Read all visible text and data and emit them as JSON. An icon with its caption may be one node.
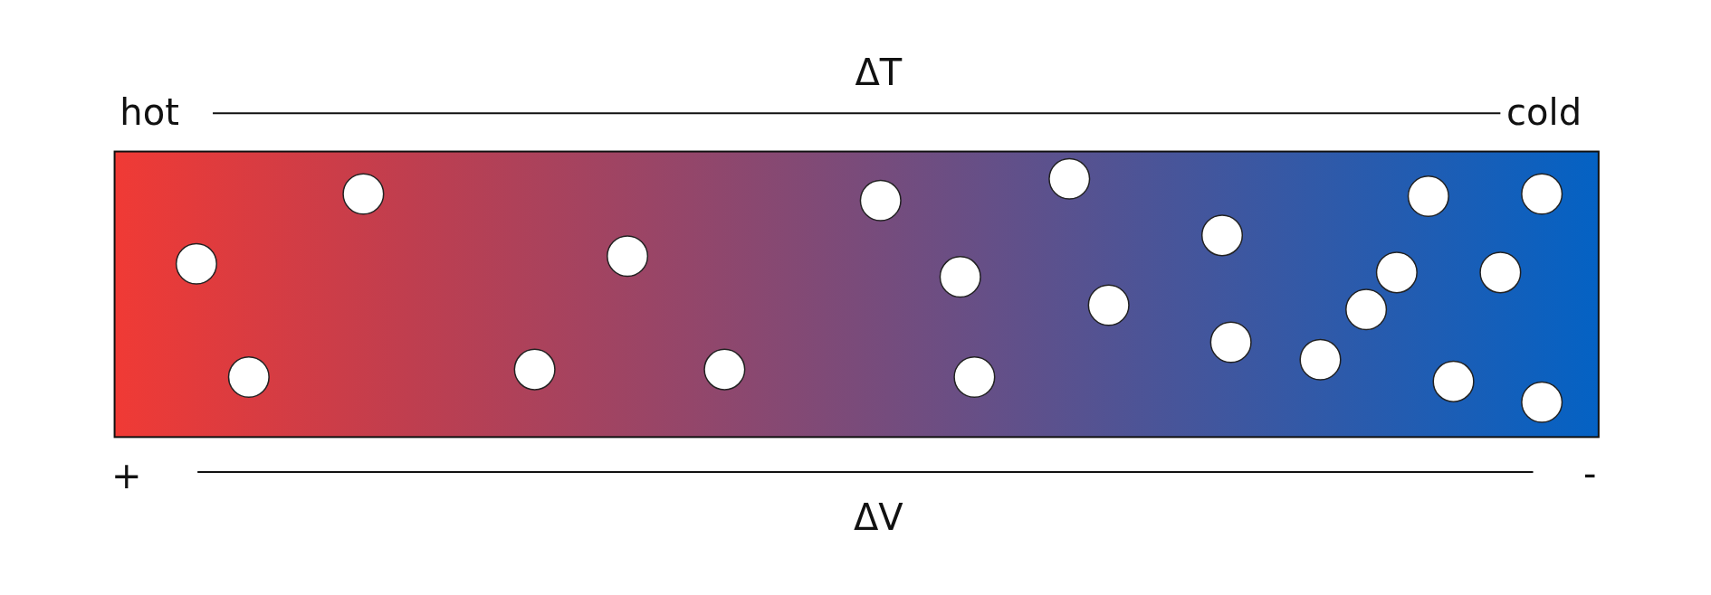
{
  "diagram": {
    "labels": [
      "ΔT",
      "hot",
      "cold",
      "+",
      "-",
      "ΔV"
    ]
  }
}
